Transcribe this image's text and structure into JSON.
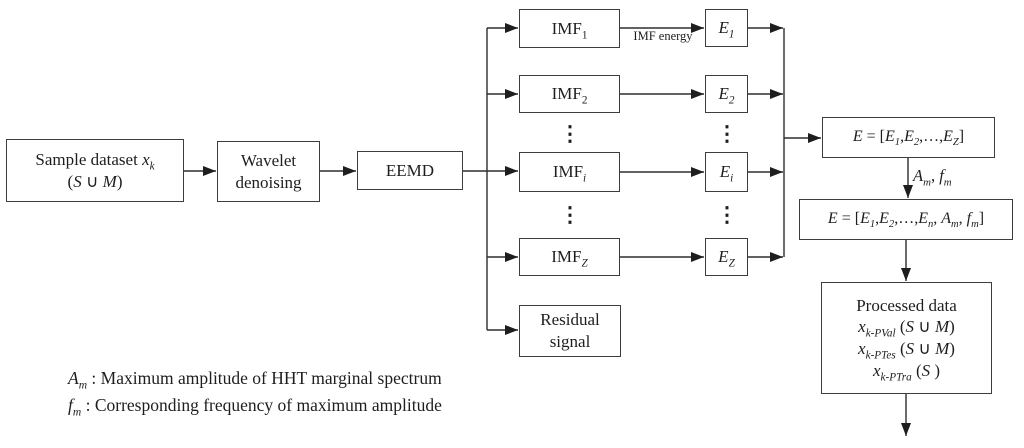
{
  "figure": {
    "colors": {
      "background": "#ffffff",
      "ink": "#1e1e1e",
      "line": "#2e2e2e",
      "border": "#3d3d3d"
    },
    "dots_glyph": "⋮",
    "nodes": {
      "sample_dataset": {
        "line1": [
          {
            "t": "Sample dataset ",
            "it": false
          },
          {
            "t": "x",
            "it": true,
            "sub": "k",
            "subIt": true
          }
        ],
        "line2": [
          {
            "t": "(",
            "it": false
          },
          {
            "t": "S",
            "it": true
          },
          {
            "t": " ∪ ",
            "it": false
          },
          {
            "t": "M",
            "it": true
          },
          {
            "t": ")",
            "it": false
          }
        ]
      },
      "wavelet": {
        "line1": "Wavelet",
        "line2": "denoising"
      },
      "eemd": {
        "label": "EEMD"
      },
      "imf_rows": [
        {
          "imf": [
            {
              "t": "IMF",
              "it": false,
              "sub": "1",
              "subIt": false
            }
          ],
          "e": [
            {
              "t": "E",
              "it": true,
              "sub": "1",
              "subIt": false
            }
          ]
        },
        {
          "imf": [
            {
              "t": "IMF",
              "it": false,
              "sub": "2",
              "subIt": false
            }
          ],
          "e": [
            {
              "t": "E",
              "it": true,
              "sub": "2",
              "subIt": false
            }
          ]
        },
        {
          "imf": [
            {
              "t": "IMF",
              "it": false,
              "sub": "i",
              "subIt": true
            }
          ],
          "e": [
            {
              "t": "E",
              "it": true,
              "sub": "i",
              "subIt": true
            }
          ]
        },
        {
          "imf": [
            {
              "t": "IMF",
              "it": false,
              "sub": "Z",
              "subIt": true
            }
          ],
          "e": [
            {
              "t": "E",
              "it": true,
              "sub": "Z",
              "subIt": true
            }
          ]
        }
      ],
      "residual": {
        "line1": "Residual",
        "line2": "signal"
      },
      "e_vector": {
        "tokens": [
          {
            "t": "E",
            "it": true
          },
          {
            "t": " = [",
            "it": false
          },
          {
            "t": "E",
            "it": true,
            "sub": "1",
            "subIt": false
          },
          {
            "t": ",",
            "it": false
          },
          {
            "t": "E",
            "it": true,
            "sub": "2",
            "subIt": false
          },
          {
            "t": ",…,",
            "it": false
          },
          {
            "t": "E",
            "it": true,
            "sub": "Z",
            "subIt": true
          },
          {
            "t": "]",
            "it": false
          }
        ]
      },
      "e_vector_full": {
        "tokens": [
          {
            "t": "E",
            "it": true
          },
          {
            "t": " = [",
            "it": false
          },
          {
            "t": "E",
            "it": true,
            "sub": "1",
            "subIt": false
          },
          {
            "t": ",",
            "it": false
          },
          {
            "t": "E",
            "it": true,
            "sub": "2",
            "subIt": false
          },
          {
            "t": ",…,",
            "it": false
          },
          {
            "t": "E",
            "it": true,
            "sub": "n",
            "subIt": true
          },
          {
            "t": ", ",
            "it": false
          },
          {
            "t": "A",
            "it": true,
            "sub": "m",
            "subIt": true
          },
          {
            "t": ", ",
            "it": false
          },
          {
            "t": "f",
            "it": true,
            "sub": "m",
            "subIt": true
          },
          {
            "t": "]",
            "it": false
          }
        ]
      },
      "processed": {
        "title": "Processed data",
        "line1": [
          {
            "t": "x",
            "it": true,
            "sub": "k-PVal",
            "subIt": true
          },
          {
            "t": " (",
            "it": false
          },
          {
            "t": "S",
            "it": true
          },
          {
            "t": " ∪ ",
            "it": false
          },
          {
            "t": "M",
            "it": true
          },
          {
            "t": ")",
            "it": false
          }
        ],
        "line2": [
          {
            "t": "x",
            "it": true,
            "sub": "k-PTes",
            "subIt": true
          },
          {
            "t": " (",
            "it": false
          },
          {
            "t": "S",
            "it": true
          },
          {
            "t": " ∪ ",
            "it": false
          },
          {
            "t": "M",
            "it": true
          },
          {
            "t": ")",
            "it": false
          }
        ],
        "line3": [
          {
            "t": "x",
            "it": true,
            "sub": "k-PTra",
            "subIt": true
          },
          {
            "t": " (",
            "it": false
          },
          {
            "t": "S",
            "it": true
          },
          {
            "t": " )",
            "it": false
          }
        ]
      }
    },
    "labels": {
      "imf_energy": "IMF energy",
      "am_fm": [
        {
          "t": "A",
          "it": true,
          "sub": "m",
          "subIt": true
        },
        {
          "t": ", ",
          "it": false
        },
        {
          "t": "f",
          "it": true,
          "sub": "m",
          "subIt": true
        }
      ]
    },
    "legend": {
      "line1": [
        {
          "t": "A",
          "it": true,
          "sub": "m",
          "subIt": true
        },
        {
          "t": " :  Maximum amplitude of HHT marginal spectrum",
          "it": false
        }
      ],
      "line2": [
        {
          "t": "f",
          "it": true,
          "sub": "m",
          "subIt": true
        },
        {
          "t": " :  Corresponding frequency of maximum amplitude",
          "it": false
        }
      ]
    }
  }
}
